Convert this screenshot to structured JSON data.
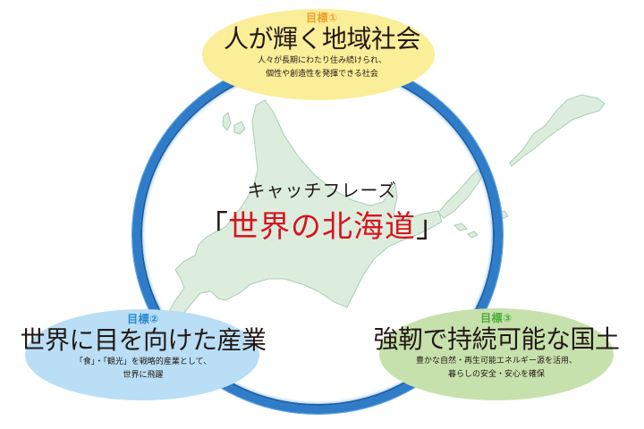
{
  "colors": {
    "ring": "#2f7cc8",
    "goal1_bg": "#fbee98",
    "goal1_label": "#f0a02a",
    "goal2_bg": "#b9def5",
    "goal2_label": "#2b8ad0",
    "goal3_bg": "#c7e1ad",
    "goal3_label": "#4fae3a",
    "catchphrase_accent": "#d7141e",
    "map_fill": "#dcedde",
    "map_stroke": "#a9cfb3"
  },
  "goals": [
    {
      "label": "目標①",
      "title": "人が輝く地域社会",
      "desc_line1": "人々が長期にわたり住み続けられ、",
      "desc_line2": "個性や創造性を発揮できる社会"
    },
    {
      "label": "目標②",
      "title": "世界に目を向けた産業",
      "desc_line1": "「食」・「観光」を戦略的産業として、",
      "desc_line2": "世界に飛躍"
    },
    {
      "label": "目標③",
      "title": "強靭で持続可能な国土",
      "desc_line1": "豊かな自然・再生可能エネルギー源を活用、",
      "desc_line2": "暮らしの安全・安心を確保"
    }
  ],
  "catchphrase": {
    "heading": "キャッチフレーズ",
    "open_bracket": "「",
    "text": "世界の北海道",
    "close_bracket": "」"
  },
  "map": {
    "region": "hokkaido-map"
  }
}
